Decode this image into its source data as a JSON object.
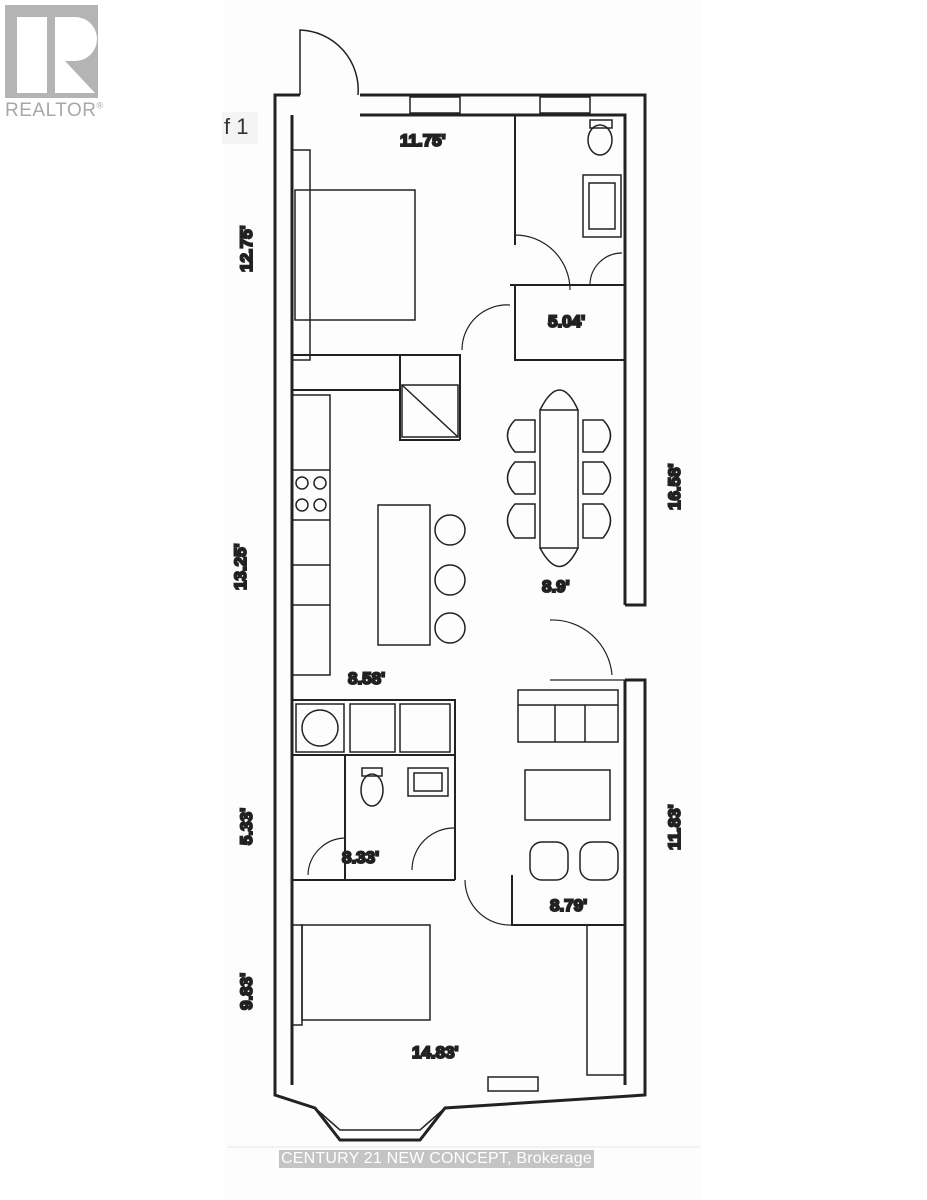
{
  "logo": {
    "text": "REALTOR",
    "registered_mark": "®"
  },
  "page_indicator": "f 1",
  "dimensions": {
    "top_width": "11.75'",
    "top_left_height": "12.75'",
    "closet": "5.04'",
    "dining_height": "16.58'",
    "kitchen_height": "13.25'",
    "dining_width": "8.9'",
    "kitchen_width": "8.58'",
    "bath_height": "5.33'",
    "bath_width": "8.33'",
    "living_height": "11.83'",
    "living_width": "8.79'",
    "bedroom_height": "9.83'",
    "bedroom_width": "14.83'"
  },
  "watermark": "CENTURY 21 NEW CONCEPT, Brokerage",
  "colors": {
    "logo_gray": "#b4b4b4",
    "line": "#222222"
  }
}
